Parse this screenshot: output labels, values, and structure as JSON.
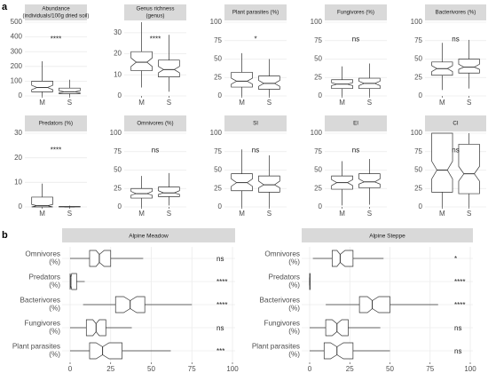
{
  "panel_a_label": "a",
  "panel_b_label": "b",
  "chart_data": [
    {
      "type": "box",
      "title": "Abundance\n(individuals/100g dried soil)",
      "categories": [
        "M",
        "S"
      ],
      "ylim": [
        0,
        500
      ],
      "yticks": [
        0,
        100,
        200,
        300,
        400,
        500
      ],
      "significance": "****",
      "boxes": [
        {
          "category": "M",
          "whisker_low": 0,
          "q1": 28,
          "notch_low": 42,
          "median": 57,
          "notch_high": 72,
          "q3": 100,
          "whisker_high": 235
        },
        {
          "category": "S",
          "whisker_low": 0,
          "q1": 15,
          "notch_low": 20,
          "median": 28,
          "notch_high": 35,
          "q3": 53,
          "whisker_high": 110
        }
      ]
    },
    {
      "type": "box",
      "title": "Genus richness\n(genus)",
      "categories": [
        "M",
        "S"
      ],
      "ylim": [
        0,
        35
      ],
      "yticks": [
        0,
        10,
        20,
        30
      ],
      "significance": "****",
      "boxes": [
        {
          "category": "M",
          "whisker_low": 4,
          "q1": 12,
          "notch_low": 14,
          "median": 16,
          "notch_high": 18,
          "q3": 21,
          "whisker_high": 35
        },
        {
          "category": "S",
          "whisker_low": 2,
          "q1": 9,
          "notch_low": 11,
          "median": 12.5,
          "notch_high": 14,
          "q3": 17,
          "whisker_high": 29
        }
      ]
    },
    {
      "type": "box",
      "title": "Plant parasites (%)",
      "categories": [
        "M",
        "S"
      ],
      "ylim": [
        0,
        100
      ],
      "yticks": [
        0,
        25,
        50,
        75,
        100
      ],
      "significance": "*",
      "boxes": [
        {
          "category": "M",
          "whisker_low": 0,
          "q1": 12,
          "notch_low": 16,
          "median": 20,
          "notch_high": 24,
          "q3": 32,
          "whisker_high": 58
        },
        {
          "category": "S",
          "whisker_low": 0,
          "q1": 9,
          "notch_low": 13,
          "median": 17,
          "notch_high": 21,
          "q3": 27,
          "whisker_high": 50
        }
      ]
    },
    {
      "type": "box",
      "title": "Fungivores (%)",
      "categories": [
        "M",
        "S"
      ],
      "ylim": [
        0,
        100
      ],
      "yticks": [
        0,
        25,
        50,
        75,
        100
      ],
      "significance": "ns",
      "boxes": [
        {
          "category": "M",
          "whisker_low": 0,
          "q1": 10,
          "notch_low": 14,
          "median": 16,
          "notch_high": 18,
          "q3": 22,
          "whisker_high": 40
        },
        {
          "category": "S",
          "whisker_low": 0,
          "q1": 10,
          "notch_low": 14,
          "median": 17,
          "notch_high": 20,
          "q3": 24,
          "whisker_high": 44
        }
      ]
    },
    {
      "type": "box",
      "title": "Bacterivores (%)",
      "categories": [
        "M",
        "S"
      ],
      "ylim": [
        0,
        100
      ],
      "yticks": [
        0,
        25,
        50,
        75,
        100
      ],
      "significance": "ns",
      "boxes": [
        {
          "category": "M",
          "whisker_low": 8,
          "q1": 28,
          "notch_low": 33,
          "median": 37,
          "notch_high": 41,
          "q3": 46,
          "whisker_high": 72
        },
        {
          "category": "S",
          "whisker_low": 10,
          "q1": 31,
          "notch_low": 36,
          "median": 39,
          "notch_high": 43,
          "q3": 50,
          "whisker_high": 76
        }
      ]
    },
    {
      "type": "box",
      "title": "Predators (%)",
      "categories": [
        "M",
        "S"
      ],
      "ylim": [
        0,
        30
      ],
      "yticks": [
        0,
        10,
        20,
        30
      ],
      "significance": "****",
      "boxes": [
        {
          "category": "M",
          "whisker_low": 0,
          "q1": 0,
          "notch_low": 0,
          "median": 0.5,
          "notch_high": 1,
          "q3": 4,
          "whisker_high": 9.5
        },
        {
          "category": "S",
          "whisker_low": 0,
          "q1": 0,
          "notch_low": 0,
          "median": 0,
          "notch_high": 0,
          "q3": 0.2,
          "whisker_high": 0.5
        }
      ]
    },
    {
      "type": "box",
      "title": "Omnivores (%)",
      "categories": [
        "M",
        "S"
      ],
      "ylim": [
        0,
        100
      ],
      "yticks": [
        0,
        25,
        50,
        75,
        100
      ],
      "significance": "ns",
      "boxes": [
        {
          "category": "M",
          "whisker_low": 0,
          "q1": 12,
          "notch_low": 16,
          "median": 18,
          "notch_high": 21,
          "q3": 25,
          "whisker_high": 42
        },
        {
          "category": "S",
          "whisker_low": 2,
          "q1": 14,
          "notch_low": 17,
          "median": 19,
          "notch_high": 22,
          "q3": 27,
          "whisker_high": 46
        }
      ]
    },
    {
      "type": "box",
      "title": "SI",
      "categories": [
        "M",
        "S"
      ],
      "ylim": [
        0,
        100
      ],
      "yticks": [
        0,
        25,
        50,
        75,
        100
      ],
      "significance": "ns",
      "boxes": [
        {
          "category": "M",
          "whisker_low": 0,
          "q1": 22,
          "notch_low": 28,
          "median": 33,
          "notch_high": 38,
          "q3": 45,
          "whisker_high": 78
        },
        {
          "category": "S",
          "whisker_low": 0,
          "q1": 20,
          "notch_low": 26,
          "median": 30,
          "notch_high": 35,
          "q3": 42,
          "whisker_high": 70
        }
      ]
    },
    {
      "type": "box",
      "title": "EI",
      "categories": [
        "M",
        "S"
      ],
      "ylim": [
        0,
        100
      ],
      "yticks": [
        0,
        25,
        50,
        75,
        100
      ],
      "significance": "ns",
      "boxes": [
        {
          "category": "M",
          "whisker_low": 2,
          "q1": 24,
          "notch_low": 29,
          "median": 33,
          "notch_high": 37,
          "q3": 42,
          "whisker_high": 62
        },
        {
          "category": "S",
          "whisker_low": 3,
          "q1": 26,
          "notch_low": 31,
          "median": 34,
          "notch_high": 38,
          "q3": 45,
          "whisker_high": 65
        }
      ]
    },
    {
      "type": "box",
      "title": "CI",
      "categories": [
        "M",
        "S"
      ],
      "ylim": [
        0,
        100
      ],
      "yticks": [
        0,
        25,
        50,
        75,
        100
      ],
      "significance": "ns",
      "boxes": [
        {
          "category": "M",
          "whisker_low": 0,
          "q1": 20,
          "notch_low": 38,
          "median": 50,
          "notch_high": 62,
          "q3": 100,
          "whisker_high": 100
        },
        {
          "category": "S",
          "whisker_low": 0,
          "q1": 18,
          "notch_low": 35,
          "median": 45,
          "notch_high": 55,
          "q3": 85,
          "whisker_high": 100
        }
      ]
    },
    {
      "type": "box",
      "orientation": "horizontal",
      "title": "Alpine Meadow",
      "categories": [
        "Omnivores\n(%)",
        "Predators\n(%)",
        "Bacterivores\n(%)",
        "Fungivores\n(%)",
        "Plant parasites\n(%)"
      ],
      "xlim": [
        0,
        100
      ],
      "xticks": [
        0,
        25,
        50,
        75,
        100
      ],
      "significance": [
        "ns",
        "****",
        "****",
        "ns",
        "***"
      ],
      "boxes": [
        {
          "category": "Omnivores",
          "whisker_low": 0,
          "q1": 12,
          "notch_low": 16,
          "median": 18,
          "notch_high": 21,
          "q3": 25,
          "whisker_high": 45
        },
        {
          "category": "Predators",
          "whisker_low": 0,
          "q1": 0,
          "notch_low": 0,
          "median": 0.5,
          "notch_high": 1,
          "q3": 4,
          "whisker_high": 9
        },
        {
          "category": "Bacterivores",
          "whisker_low": 8,
          "q1": 28,
          "notch_low": 33,
          "median": 37,
          "notch_high": 41,
          "q3": 46,
          "whisker_high": 75
        },
        {
          "category": "Fungivores",
          "whisker_low": 0,
          "q1": 10,
          "notch_low": 14,
          "median": 16,
          "notch_high": 18,
          "q3": 22,
          "whisker_high": 38
        },
        {
          "category": "Plant parasites",
          "whisker_low": 0,
          "q1": 12,
          "notch_low": 16,
          "median": 20,
          "notch_high": 24,
          "q3": 32,
          "whisker_high": 62
        }
      ]
    },
    {
      "type": "box",
      "orientation": "horizontal",
      "title": "Alpine Steppe",
      "categories": [
        "Omnivores\n(%)",
        "Predators\n(%)",
        "Bacterivores\n(%)",
        "Fungivores\n(%)",
        "Plant parasites\n(%)"
      ],
      "xlim": [
        0,
        100
      ],
      "xticks": [
        0,
        25,
        50,
        75,
        100
      ],
      "significance": [
        "*",
        "****",
        "****",
        "ns",
        "ns"
      ],
      "boxes": [
        {
          "category": "Omnivores",
          "whisker_low": 2,
          "q1": 14,
          "notch_low": 17,
          "median": 19,
          "notch_high": 22,
          "q3": 27,
          "whisker_high": 46
        },
        {
          "category": "Predators",
          "whisker_low": 0,
          "q1": 0,
          "notch_low": 0,
          "median": 0,
          "notch_high": 0,
          "q3": 0.3,
          "whisker_high": 0.5
        },
        {
          "category": "Bacterivores",
          "whisker_low": 10,
          "q1": 31,
          "notch_low": 36,
          "median": 39,
          "notch_high": 43,
          "q3": 50,
          "whisker_high": 80
        },
        {
          "category": "Fungivores",
          "whisker_low": 0,
          "q1": 10,
          "notch_low": 14,
          "median": 17,
          "notch_high": 20,
          "q3": 24,
          "whisker_high": 44
        },
        {
          "category": "Plant parasites",
          "whisker_low": 0,
          "q1": 9,
          "notch_low": 13,
          "median": 17,
          "notch_high": 21,
          "q3": 27,
          "whisker_high": 50
        }
      ]
    }
  ]
}
